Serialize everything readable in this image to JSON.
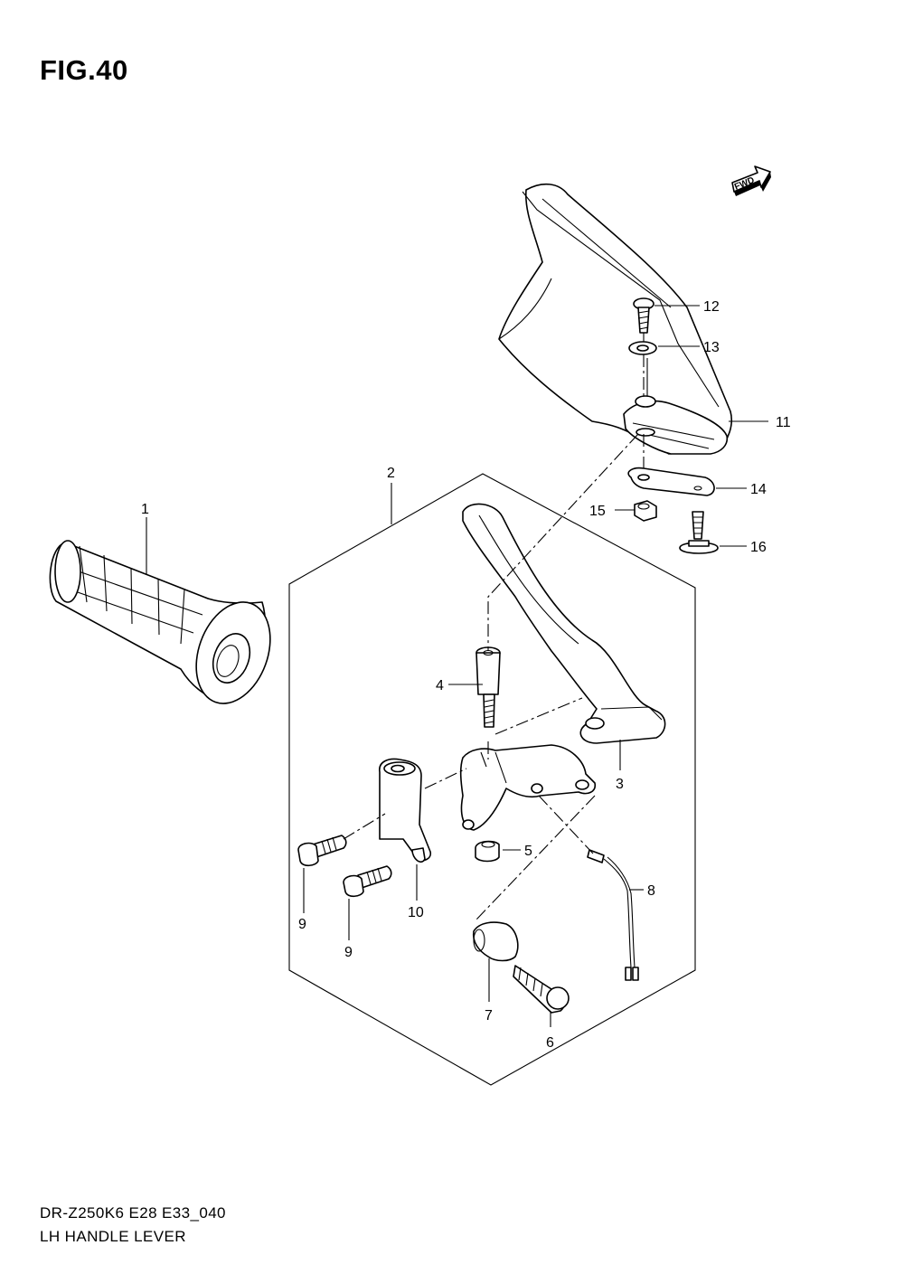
{
  "figure": {
    "title": "FIG.40",
    "model_code": "DR-Z250K6 E28 E33_040",
    "section_name": "LH HANDLE LEVER",
    "direction_badge": "FWD"
  },
  "callouts": [
    {
      "id": "c1",
      "text": "1"
    },
    {
      "id": "c2",
      "text": "2"
    },
    {
      "id": "c3",
      "text": "3"
    },
    {
      "id": "c4",
      "text": "4"
    },
    {
      "id": "c5",
      "text": "5"
    },
    {
      "id": "c6",
      "text": "6"
    },
    {
      "id": "c7",
      "text": "7"
    },
    {
      "id": "c8",
      "text": "8"
    },
    {
      "id": "c9a",
      "text": "9"
    },
    {
      "id": "c9b",
      "text": "9"
    },
    {
      "id": "c10",
      "text": "10"
    },
    {
      "id": "c11",
      "text": "11"
    },
    {
      "id": "c12",
      "text": "12"
    },
    {
      "id": "c13",
      "text": "13"
    },
    {
      "id": "c14",
      "text": "14"
    },
    {
      "id": "c15",
      "text": "15"
    },
    {
      "id": "c16",
      "text": "16"
    }
  ]
}
